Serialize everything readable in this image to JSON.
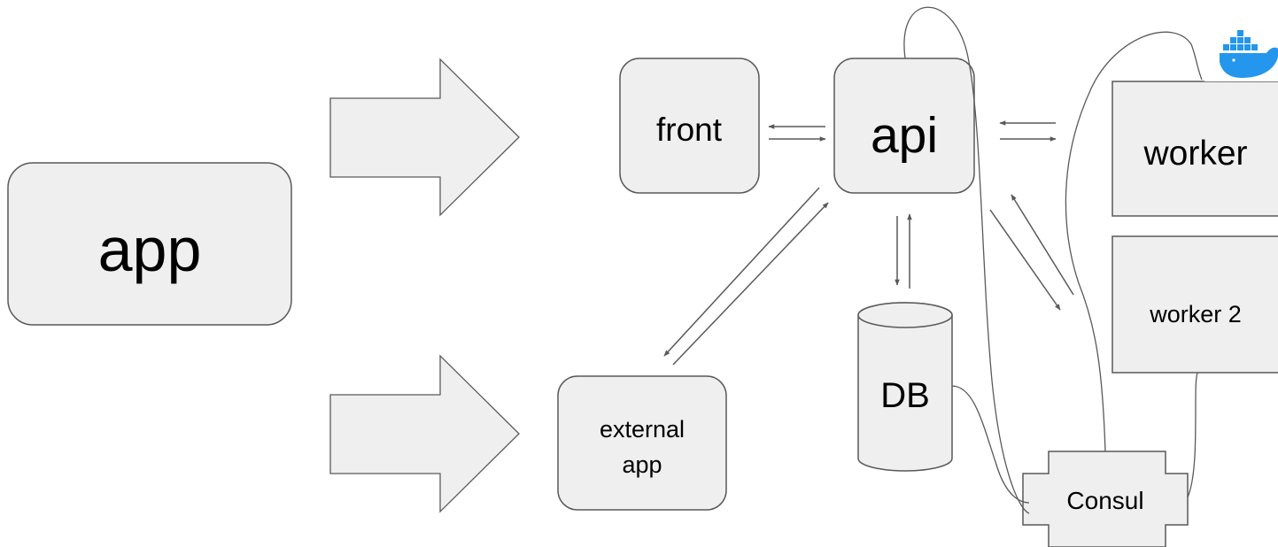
{
  "diagram": {
    "nodes": {
      "app": "app",
      "front": "front",
      "api": "api",
      "worker": "worker",
      "worker2": "worker 2",
      "db": "DB",
      "external_app": [
        "external",
        "app"
      ],
      "consul": "Consul"
    },
    "icons": {
      "docker": "docker-whale-icon"
    },
    "colors": {
      "node_fill": "#efefef",
      "stroke": "#595959",
      "docker_blue": "#2496ed"
    }
  }
}
